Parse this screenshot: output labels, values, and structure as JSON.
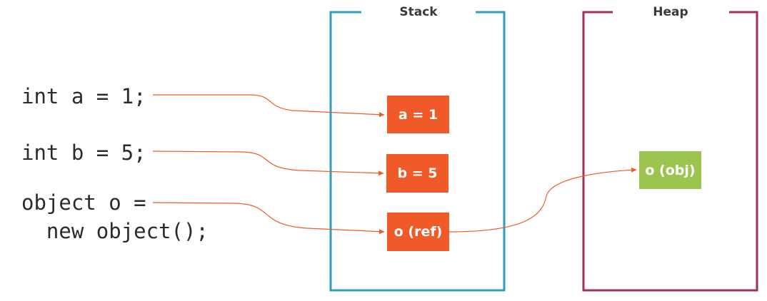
{
  "code": {
    "line_a": "int a = 1;",
    "line_b": "int b = 5;",
    "line_o1": "object o =",
    "line_o2": "  new object();"
  },
  "stack": {
    "title": "Stack",
    "color": "#2f9fb5",
    "items": [
      {
        "label": "a = 1"
      },
      {
        "label": "b = 5"
      },
      {
        "label": "o (ref)"
      }
    ]
  },
  "heap": {
    "title": "Heap",
    "color": "#a03060",
    "items": [
      {
        "label": "o (obj)"
      }
    ]
  },
  "colors": {
    "stack_item": "#f05a28",
    "heap_item": "#9cc54f",
    "arrow": "#f05a28"
  }
}
